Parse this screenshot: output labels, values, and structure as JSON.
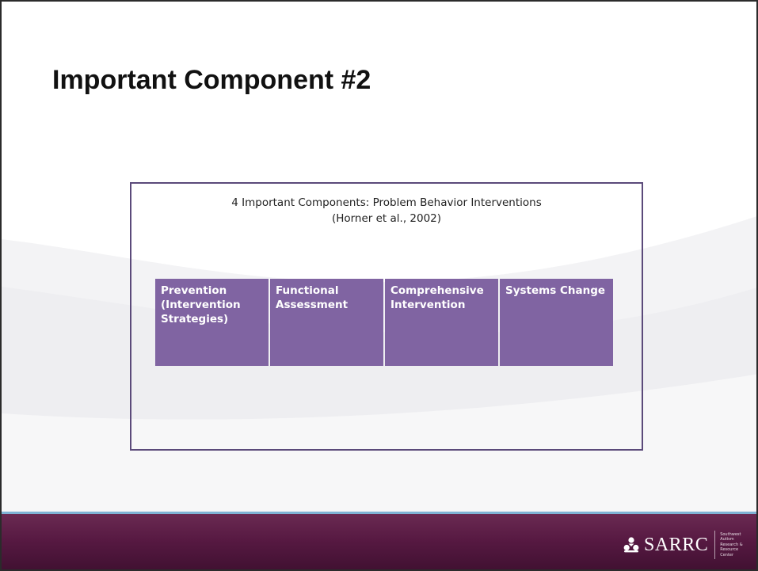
{
  "slide": {
    "title": "Important Component #2"
  },
  "diagram": {
    "heading_line1": "4 Important Components: Problem Behavior Interventions",
    "heading_line2": "(Horner et al., 2002)",
    "components": [
      {
        "line1": "Prevention",
        "line2": "(Intervention",
        "line3": "Strategies)"
      },
      {
        "line1": "Functional",
        "line2": "Assessment",
        "line3": ""
      },
      {
        "line1": "Comprehensive",
        "line2": "Intervention",
        "line3": ""
      },
      {
        "line1": "Systems Change",
        "line2": "",
        "line3": ""
      }
    ]
  },
  "footer": {
    "logo_text": "SARRC",
    "logo_sub": [
      "Southwest",
      "Autism",
      "Research &",
      "Resource",
      "Center"
    ]
  },
  "colors": {
    "component_fill": "#8064a2",
    "box_border": "#5b4a7a",
    "footer": "#571942",
    "footer_line": "#7fb3d5"
  },
  "icons": {
    "logo_mark": "sarrc-three-figures-icon"
  }
}
